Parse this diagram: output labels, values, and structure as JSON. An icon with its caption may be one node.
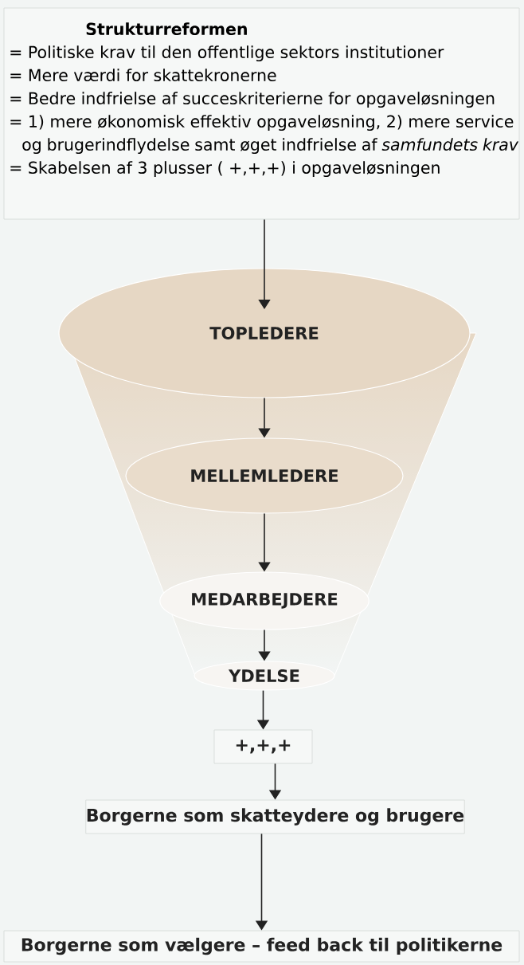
{
  "diagram": {
    "nodes": [
      {
        "text": [
          "Strukturreformen",
          "= Politiske krav til den offentlige sektors institutioner",
          "= Mere værdi for skattekronerne",
          "= Bedre indfrielse af succeskriterierne for opgaveløsningen",
          "= 1) mere økonomisk effektiv opgaveløsning, 2) mere service og brugerindflydelse samt øget indfrielse af *samfundets krav*",
          "= Skabelsen af 3 plusser ( +,+,+) i opgaveløsningen"
        ]
      },
      {
        "text": [
          "TOPLEDERE"
        ]
      },
      {
        "text": [
          "MELLEMLEDERE"
        ]
      },
      {
        "text": [
          "MEDARBEJDERE"
        ]
      },
      {
        "text": [
          "YDELSE"
        ]
      },
      {
        "text": [
          "+,+,+"
        ]
      },
      {
        "text": [
          "Borgerne som skatteydere og brugere"
        ]
      },
      {
        "text": [
          "Borgerne som vælgere – feed back til politikerne"
        ]
      }
    ],
    "edges": [
      {
        "from": 0,
        "to": 1,
        "arrow": "to"
      },
      {
        "from": 1,
        "to": 2,
        "arrow": "to"
      },
      {
        "from": 2,
        "to": 3,
        "arrow": "to"
      },
      {
        "from": 3,
        "to": 4,
        "arrow": "to"
      },
      {
        "from": 4,
        "to": 5,
        "arrow": "to"
      },
      {
        "from": 5,
        "to": 6,
        "arrow": "to"
      },
      {
        "from": 6,
        "to": 7,
        "arrow": "to"
      }
    ]
  }
}
